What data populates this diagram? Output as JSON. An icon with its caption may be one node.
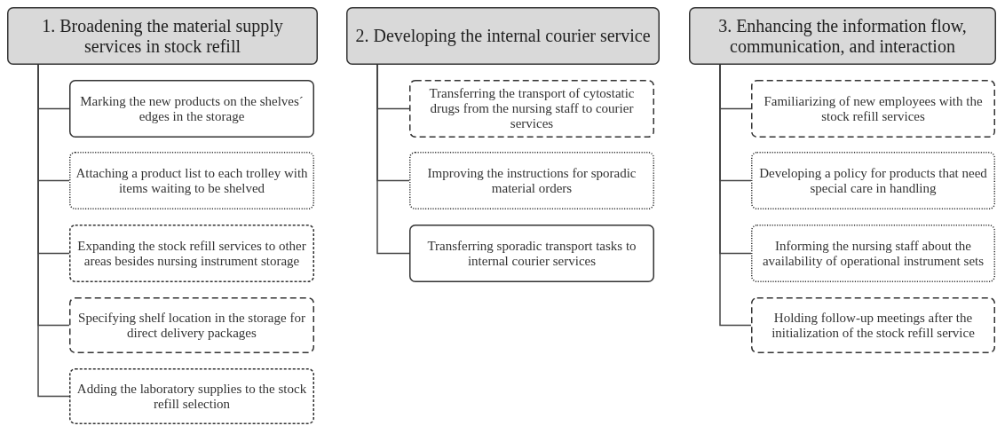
{
  "diagram": {
    "nodes": [
      {
        "text": [
          "1. Broadening the material supply services in stock refill"
        ]
      },
      {
        "text": [
          "Marking the new products on the shelves´ edges in the storage"
        ]
      },
      {
        "text": [
          "Attaching a product list to each trolley with items waiting to be shelved"
        ]
      },
      {
        "text": [
          "Expanding the stock refill services to other areas besides nursing instrument storage"
        ]
      },
      {
        "text": [
          "Specifying shelf location in the storage for direct delivery packages"
        ]
      },
      {
        "text": [
          "Adding the laboratory supplies to the stock refill selection"
        ]
      },
      {
        "text": [
          "2. Developing the internal courier service"
        ]
      },
      {
        "text": [
          "Transferring the transport of cytostatic drugs from the nursing staff to courier services"
        ]
      },
      {
        "text": [
          "Improving the instructions for sporadic material orders"
        ]
      },
      {
        "text": [
          "Transferring sporadic transport tasks to internal courier services"
        ]
      },
      {
        "text": [
          "3. Enhancing the information flow, communication, and interaction"
        ]
      },
      {
        "text": [
          "Familiarizing of new employees with the stock refill services"
        ]
      },
      {
        "text": [
          "Developing a policy for products that need special care in handling"
        ]
      },
      {
        "text": [
          "Informing the nursing staff about the availability of operational instrument sets"
        ]
      },
      {
        "text": [
          "Holding follow-up meetings after the initialization of the stock refill service"
        ]
      }
    ],
    "edges": [
      {
        "from": 0,
        "to": 1,
        "arrow": "none"
      },
      {
        "from": 0,
        "to": 2,
        "arrow": "none"
      },
      {
        "from": 0,
        "to": 3,
        "arrow": "none"
      },
      {
        "from": 0,
        "to": 4,
        "arrow": "none"
      },
      {
        "from": 0,
        "to": 5,
        "arrow": "none"
      },
      {
        "from": 6,
        "to": 7,
        "arrow": "none"
      },
      {
        "from": 6,
        "to": 8,
        "arrow": "none"
      },
      {
        "from": 6,
        "to": 9,
        "arrow": "none"
      },
      {
        "from": 10,
        "to": 11,
        "arrow": "none"
      },
      {
        "from": 10,
        "to": 12,
        "arrow": "none"
      },
      {
        "from": 10,
        "to": 13,
        "arrow": "none"
      },
      {
        "from": 10,
        "to": 14,
        "arrow": "none"
      }
    ]
  }
}
